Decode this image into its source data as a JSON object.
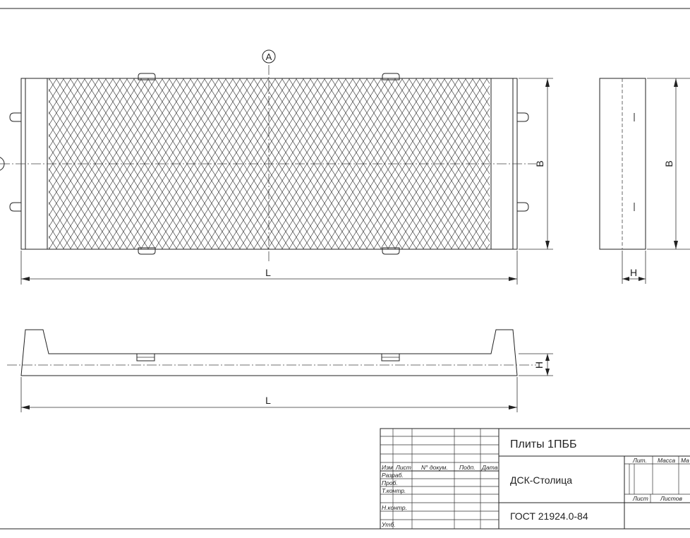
{
  "labels": {
    "section_marker": "A",
    "length": "L",
    "width": "B",
    "height": "H"
  },
  "title_block": {
    "title": "Плиты 1ПББ",
    "organization": "ДСК-Столица",
    "standard": "ГОСТ 21924.0-84",
    "col_headers": [
      "Изм",
      "Лист",
      "N° докум.",
      "Подп.",
      "Дата"
    ],
    "row_labels": [
      "Разраб.",
      "Проб.",
      "Т.контр.",
      "",
      "Н.контр.",
      "Утб."
    ],
    "right_headers": [
      "Лит.",
      "Масса",
      "Ма"
    ],
    "sheet_labels": [
      "Лист",
      "Листов"
    ]
  }
}
